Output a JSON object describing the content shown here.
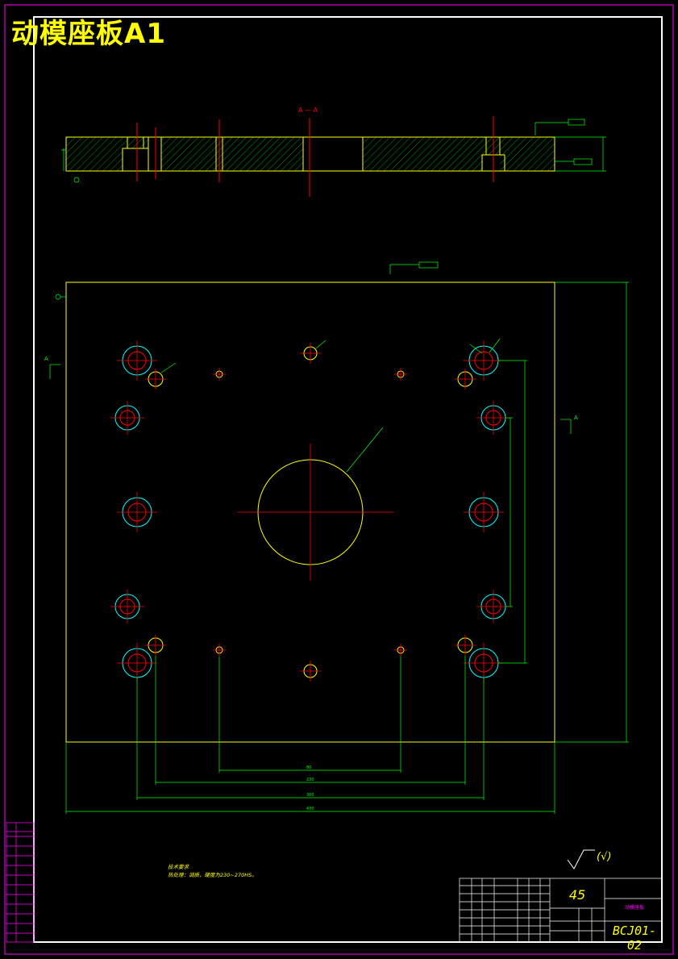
{
  "title": "动模座板A1",
  "section_label": "A — A",
  "view_marker": "A",
  "tech_notes": {
    "heading": "技术要求",
    "line1": "热处理：调质，硬度为230~270HS。"
  },
  "roughness_symbol": "(√)",
  "title_block": {
    "material": "45",
    "drawing_number": "BCJ01-02",
    "part_name": "动模座板"
  },
  "colors": {
    "outline": "#ffff00",
    "centerline": "#ff0000",
    "dimension": "#00ff00",
    "hole": "#00ffff",
    "frame": "#ffffff",
    "border": "#ff00ff"
  }
}
